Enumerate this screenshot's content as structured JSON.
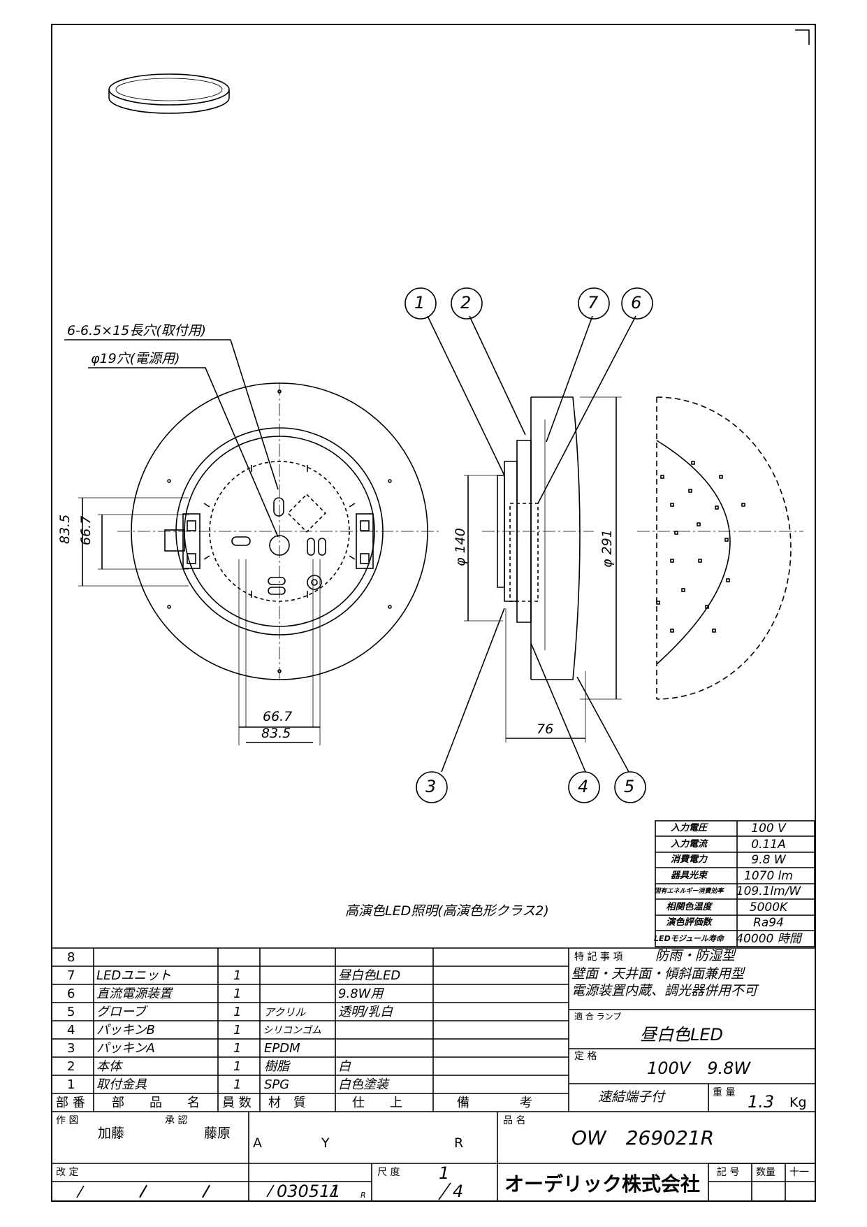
{
  "callouts": [
    "1",
    "2",
    "7",
    "6",
    "3",
    "4",
    "5"
  ],
  "dims": {
    "slot_label": "6-6.5×15長穴(取付用)",
    "hole_label": "φ19穴(電源用)",
    "v835": "83.5",
    "v667": "66.7",
    "h667": "66.7",
    "h835": "83.5",
    "d140": "φ 140",
    "d291": "φ 291",
    "depth76": "76"
  },
  "specs": [
    {
      "k": "入力電圧",
      "v": "100 V"
    },
    {
      "k": "入力電流",
      "v": "0.11A"
    },
    {
      "k": "消費電力",
      "v": "9.8 W"
    },
    {
      "k": "器具光束",
      "v": "1070 lm"
    },
    {
      "k": "固有エネルギー消費効率",
      "v": "109.1lm/W"
    },
    {
      "k": "相関色温度",
      "v": "5000K"
    },
    {
      "k": "演色評価数",
      "v": "Ra94"
    },
    {
      "k": "LEDモジュール寿命",
      "v": "40000 時間"
    }
  ],
  "caption": "高演色LED照明(高演色形クラス2)",
  "parts": [
    {
      "no": "8",
      "name": "",
      "qty": "",
      "material": "",
      "finish": "",
      "note": ""
    },
    {
      "no": "7",
      "name": "LEDユニット",
      "qty": "1",
      "material": "",
      "finish": "昼白色LED",
      "note": ""
    },
    {
      "no": "6",
      "name": "直流電源装置",
      "qty": "1",
      "material": "",
      "finish": "9.8W用",
      "note": ""
    },
    {
      "no": "5",
      "name": "グローブ",
      "qty": "1",
      "material": "アクリル",
      "finish": "透明/乳白",
      "note": ""
    },
    {
      "no": "4",
      "name": "パッキンB",
      "qty": "1",
      "material": "シリコンゴム",
      "finish": "",
      "note": ""
    },
    {
      "no": "3",
      "name": "パッキンA",
      "qty": "1",
      "material": "EPDM",
      "finish": "",
      "note": ""
    },
    {
      "no": "2",
      "name": "本体",
      "qty": "1",
      "material": "樹脂",
      "finish": "白",
      "note": ""
    },
    {
      "no": "1",
      "name": "取付金具",
      "qty": "1",
      "material": "SPG",
      "finish": "白色塗装",
      "note": ""
    }
  ],
  "parts_header": {
    "no": "部 番",
    "name": "部　　品　　名",
    "qty": "員 数",
    "material": "材　質",
    "finish": "仕　　上",
    "note": "備　　　　考"
  },
  "notes": {
    "label": "特 記 事 項",
    "line1": "防雨・防湿型",
    "line2": "壁面・天井面・傾斜面兼用型",
    "line3": "電源装置内蔵、調光器併用不可"
  },
  "lamp": {
    "label": "適 合 ランプ",
    "value": "昼白色LED"
  },
  "rating": {
    "label": "定 格",
    "value": "100V　9.8W"
  },
  "terminal": "速結端子付",
  "weight": {
    "label": "重 量",
    "value": "1.3",
    "unit": "Kg"
  },
  "title_block": {
    "drawn_label": "作 図",
    "drawn_by": "加藤",
    "approved_label": "承 認",
    "approved_by": "藤原",
    "codes": [
      "A",
      "Y",
      "R"
    ],
    "product_label": "品 名",
    "product": "OW　269021R",
    "revision_label": "改 定",
    "scale_label": "尺 度",
    "scale_num": "1",
    "scale_den": "4",
    "date": "030511",
    "date_suffix": "R",
    "company": "オーデリック株式会社",
    "symbol_label": "記 号",
    "qty_label": "数量",
    "ten_label": "十一"
  }
}
